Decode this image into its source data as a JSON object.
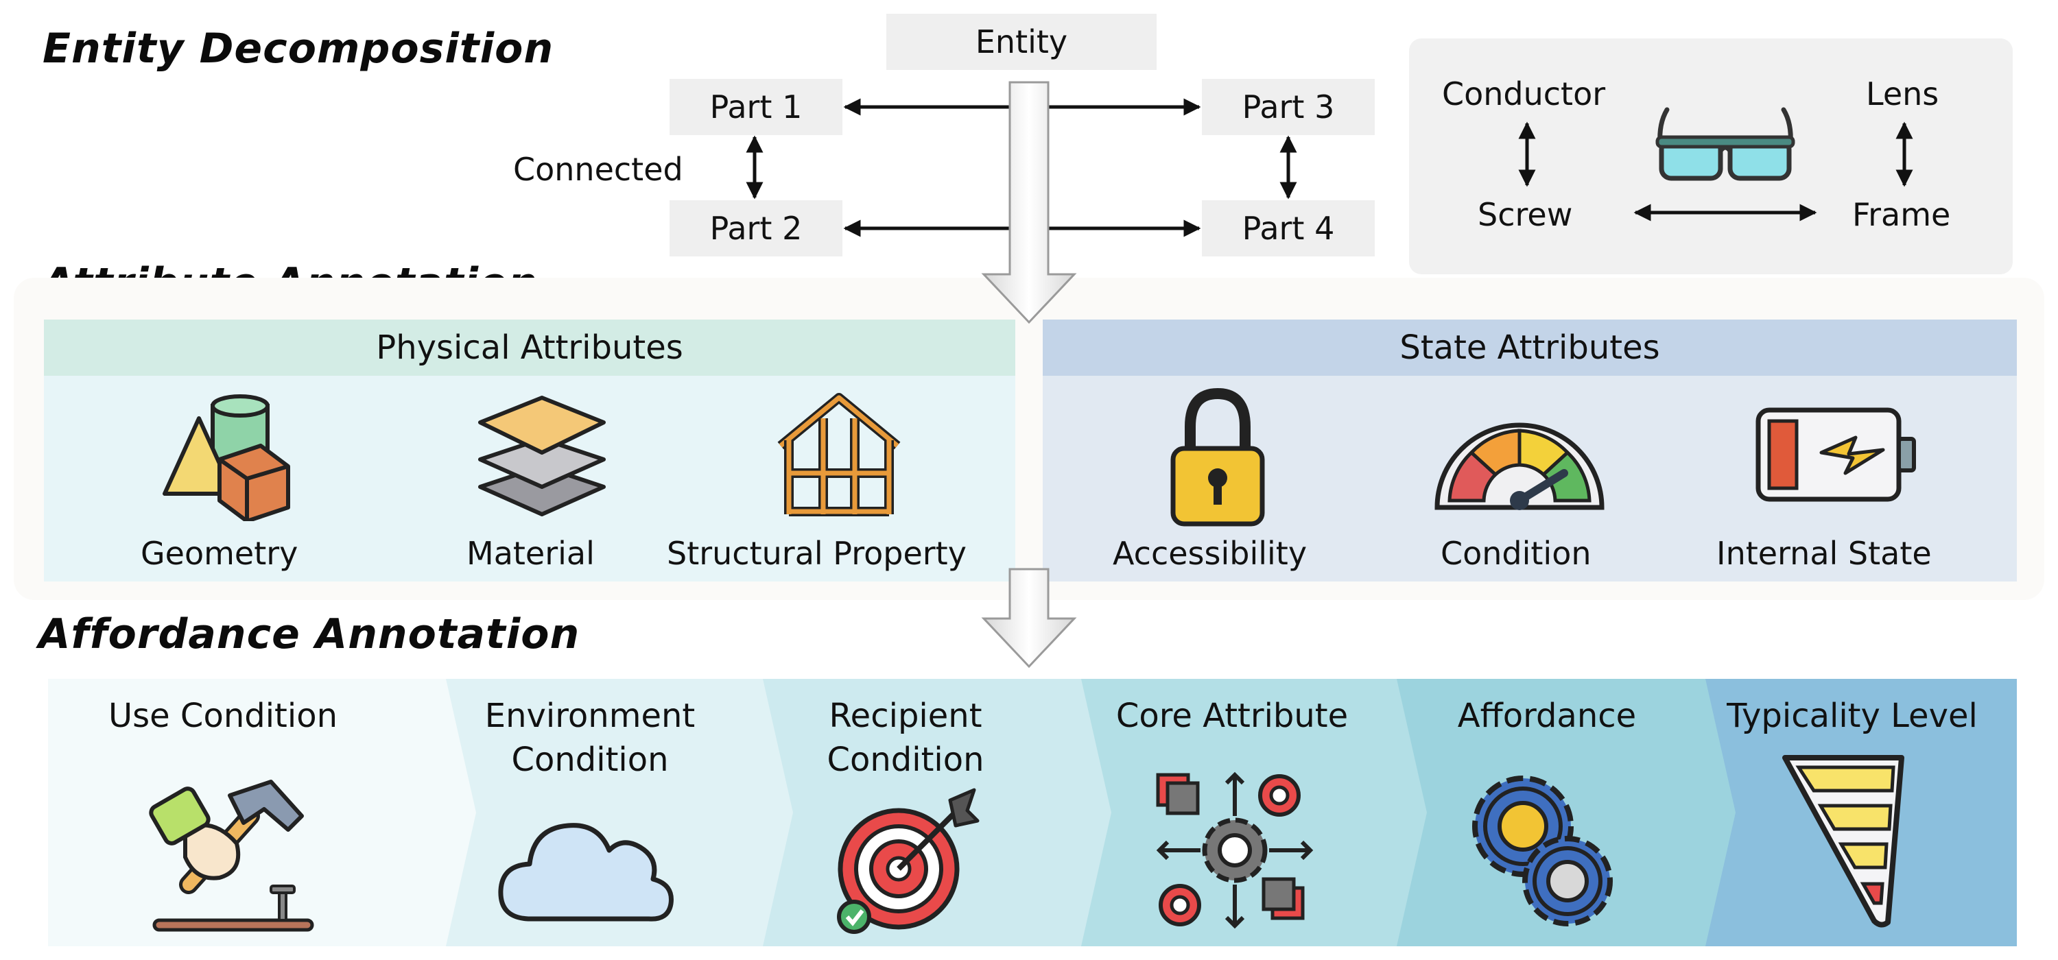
{
  "sections": {
    "entity_decomposition": "Entity Decomposition",
    "attribute_annotation": "Attribute Annotation",
    "affordance_annotation": "Affordance Annotation"
  },
  "decomposition": {
    "entity": "Entity",
    "parts": [
      "Part 1",
      "Part 2",
      "Part 3",
      "Part 4"
    ],
    "connected": "Connected"
  },
  "example": {
    "conductor": "Conductor",
    "screw": "Screw",
    "lens": "Lens",
    "frame": "Frame"
  },
  "physical": {
    "header": "Physical Attributes",
    "items": [
      "Geometry",
      "Material",
      "Structural Property"
    ]
  },
  "state": {
    "header": "State Attributes",
    "items": [
      "Accessibility",
      "Condition",
      "Internal State"
    ]
  },
  "affordance": {
    "steps": [
      {
        "line1": "Use Condition",
        "line2": ""
      },
      {
        "line1": "Environment",
        "line2": "Condition"
      },
      {
        "line1": "Recipient",
        "line2": "Condition"
      },
      {
        "line1": "Core Attribute",
        "line2": ""
      },
      {
        "line1": "Affordance",
        "line2": ""
      },
      {
        "line1": "Typicality Level",
        "line2": ""
      }
    ]
  },
  "colors": {
    "physical_header": "#d3ece5",
    "physical_body": "#e7f5f8",
    "state_header": "#c3d4e8",
    "state_body": "#e1e9f2",
    "gray_box": "#efefef",
    "seg1": "#f3fafb",
    "seg2": "#e0f2f5",
    "seg3": "#cdeaef",
    "seg4": "#b3dfe6",
    "seg5": "#9cd3de",
    "seg6": "#8bbfdd"
  }
}
